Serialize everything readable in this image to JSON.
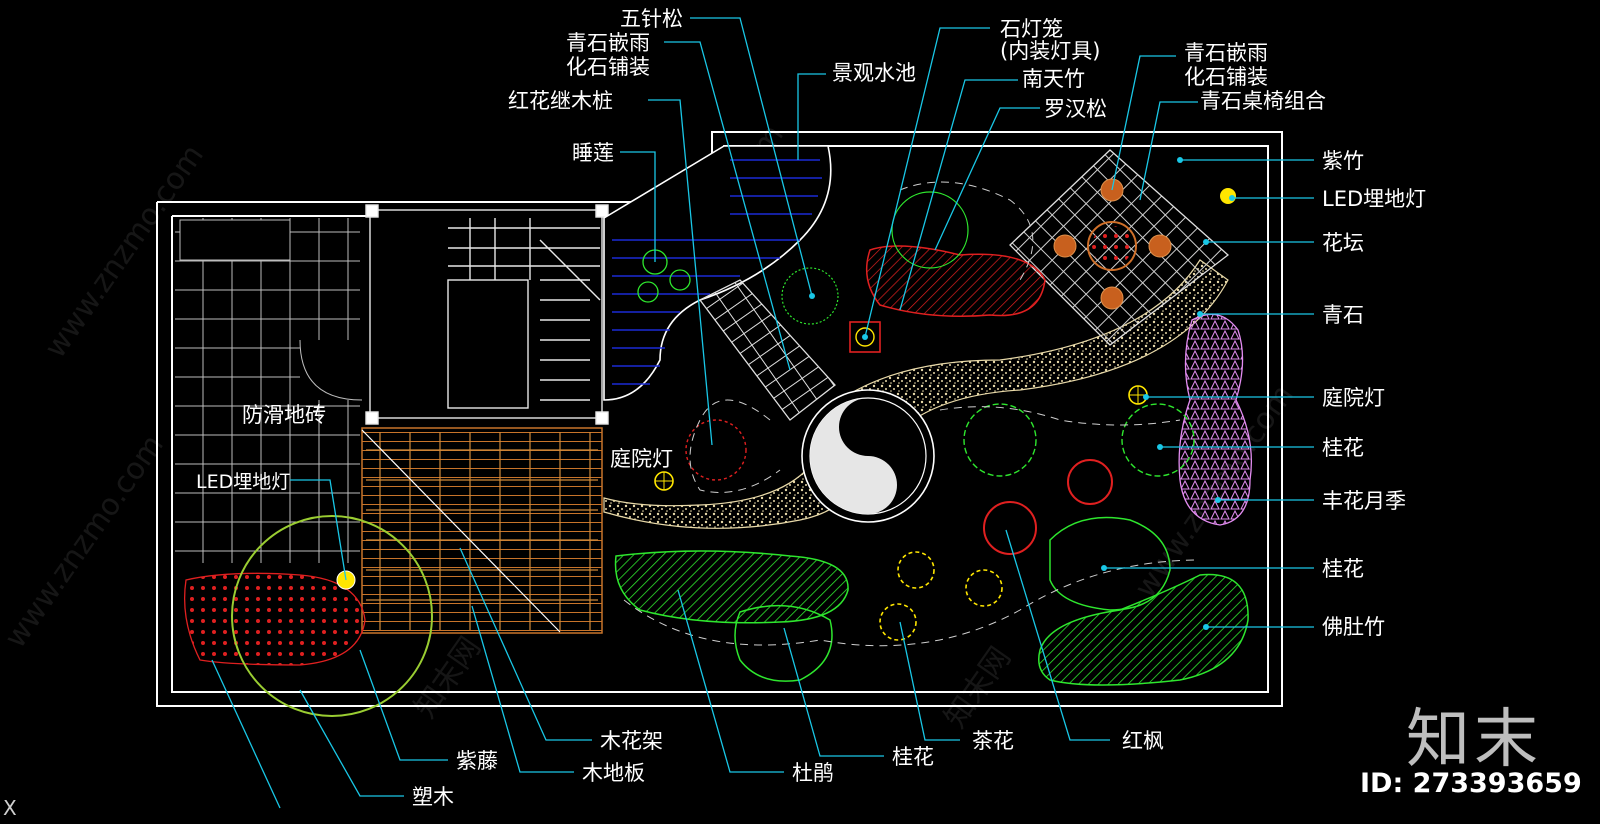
{
  "labels": {
    "wu_zhen_song": "五针松",
    "qingshi_1": "青石嵌雨",
    "qingshi_2": "化石铺装",
    "hongjimu": "红花继木桩",
    "shuilian": "睡莲",
    "jingguan": "景观水池",
    "shideng_1": "石灯笼",
    "shideng_2": "(内装灯具)",
    "nantianzhu": "南天竹",
    "luohansong": "罗汉松",
    "qingshi_r1": "青石嵌雨",
    "qingshi_r2": "化石铺装",
    "zhuoyi": "青石桌椅组合",
    "zizhu": "紫竹",
    "led_right": "LED埋地灯",
    "huatan": "花坛",
    "qingshi_stone": "青石",
    "tingyuan_right": "庭院灯",
    "guihua_1": "桂花",
    "fenghua": "丰花月季",
    "guihua_2": "桂花",
    "foduzhu": "佛肚竹",
    "hongfeng": "红枫",
    "chahua": "茶花",
    "guihua_3": "桂花",
    "dujuan": "杜鹃",
    "muhuajia": "木花架",
    "muditban": "木地板",
    "ziteng": "紫藤",
    "sumu": "塑木",
    "fanghua": "防滑地砖",
    "led_left": "LED埋地灯",
    "tingyuan_left": "庭院灯"
  },
  "watermark": {
    "text_site": "www.znzmo.com",
    "text_cn": "知末网"
  },
  "brand": {
    "logo": "知末",
    "id": "ID: 273393659",
    "corner": "X"
  },
  "colors": {
    "background": "#000000",
    "outline": "#ffffff",
    "leader": "#19c7e6",
    "red_plant": "#e02020",
    "green_plant": "#2ee62e",
    "yellow_light": "#ffe600",
    "path_gravel": "#e8d9a8",
    "wood_deck": "#c8742a",
    "pink_rose": "#e28cf0",
    "water": "#1a2bd6"
  }
}
